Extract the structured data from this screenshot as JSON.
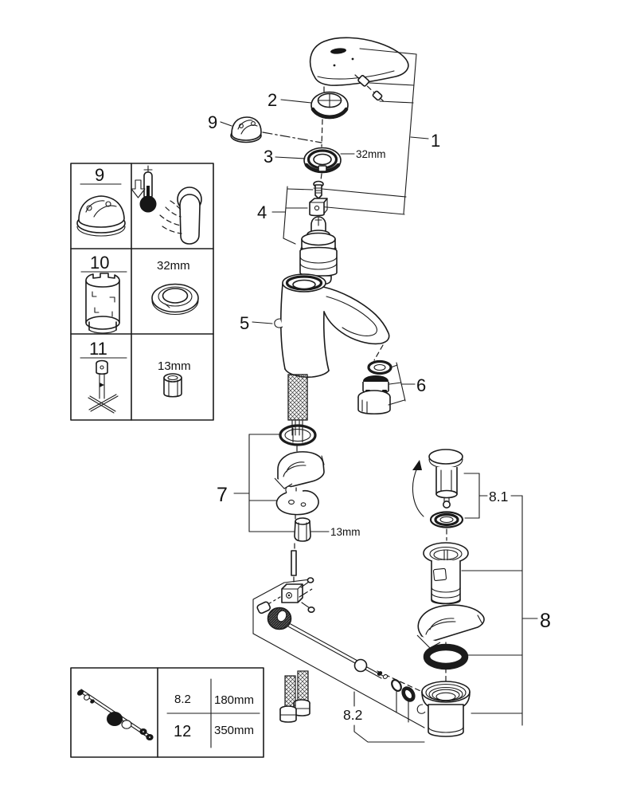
{
  "figure": {
    "callouts": {
      "n1": "1",
      "n2": "2",
      "n3": "3",
      "n4": "4",
      "n5": "5",
      "n6": "6",
      "n7": "7",
      "n8": "8",
      "n8_1": "8.1",
      "n8_2": "8.2",
      "n9": "9"
    },
    "dimensions": {
      "escutcheon": "32mm",
      "mounting_nut": "13mm"
    },
    "tool_box": {
      "row9_ref": "9",
      "row10_ref": "10",
      "row10_size": "32mm",
      "row11_ref": "11",
      "row11_size": "13mm"
    },
    "length_box": {
      "row1_ref": "8.2",
      "row1_len": "180mm",
      "row2_ref": "12",
      "row2_len": "350mm"
    }
  }
}
